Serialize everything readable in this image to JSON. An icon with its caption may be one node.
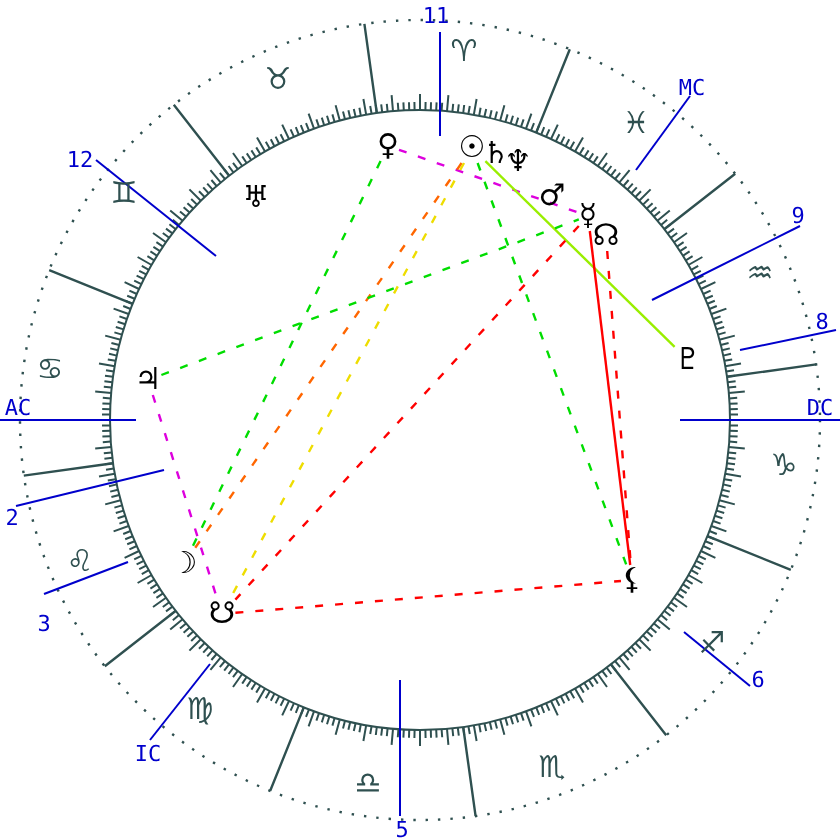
{
  "diagram": {
    "nodes": [
      {
        "text": [
          "♀"
        ]
      },
      {
        "text": [
          "☉"
        ]
      },
      {
        "text": [
          "♄"
        ]
      },
      {
        "text": [
          "♆"
        ]
      },
      {
        "text": [
          "♂"
        ]
      },
      {
        "text": [
          "☿"
        ]
      },
      {
        "text": [
          "☊"
        ]
      },
      {
        "text": [
          "♇"
        ]
      },
      {
        "text": [
          "♅"
        ]
      },
      {
        "text": [
          "♃"
        ]
      },
      {
        "text": [
          "☽"
        ]
      },
      {
        "text": [
          "☋"
        ]
      },
      {
        "text": [
          "⚸"
        ]
      }
    ],
    "edges": [
      {
        "from": 0,
        "to": 5,
        "arrow": "none",
        "style": "dashed",
        "color": "#dd00dd"
      },
      {
        "from": 0,
        "to": 10,
        "arrow": "none",
        "style": "dashed",
        "color": "#00dd00"
      },
      {
        "from": 1,
        "to": 10,
        "arrow": "none",
        "style": "dashed",
        "color": "#ff6600"
      },
      {
        "from": 1,
        "to": 11,
        "arrow": "none",
        "style": "dashed",
        "color": "#eedd00"
      },
      {
        "from": 1,
        "to": 12,
        "arrow": "none",
        "style": "dashed",
        "color": "#00dd00"
      },
      {
        "from": 1,
        "to": 7,
        "arrow": "none",
        "color": "#99ee00"
      },
      {
        "from": 9,
        "to": 5,
        "arrow": "none",
        "style": "dashed",
        "color": "#00dd00"
      },
      {
        "from": 9,
        "to": 11,
        "arrow": "none",
        "style": "dashed",
        "color": "#dd00dd"
      },
      {
        "from": 5,
        "to": 11,
        "arrow": "none",
        "style": "dashed",
        "color": "#ff0000"
      },
      {
        "from": 5,
        "to": 12,
        "arrow": "none",
        "color": "#ff0000"
      },
      {
        "from": 6,
        "to": 12,
        "arrow": "none",
        "style": "dashed",
        "color": "#ff0000"
      },
      {
        "from": 11,
        "to": 12,
        "arrow": "none",
        "style": "dashed",
        "color": "#ff0000"
      }
    ],
    "labels": [
      "11",
      "♈",
      "♉",
      "MC",
      "♓",
      "12",
      "♊",
      "9",
      "♒",
      "8",
      "♋",
      "AC",
      "DC",
      "♑",
      "2",
      "♌",
      "3",
      "♐",
      "6",
      "♍",
      "IC",
      "♏",
      "♎",
      "5"
    ]
  }
}
